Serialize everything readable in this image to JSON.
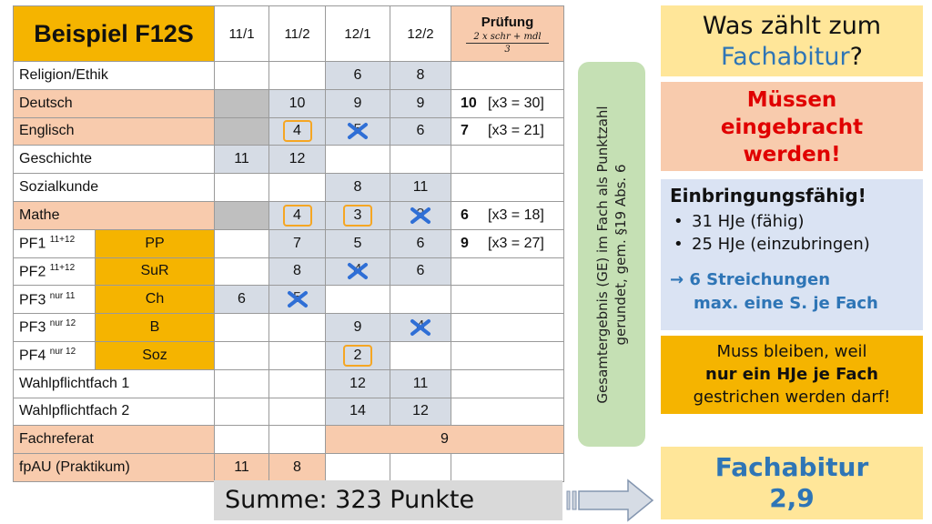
{
  "table": {
    "title": "Beispiel F12S",
    "semesters": [
      "11/1",
      "11/2",
      "12/1",
      "12/2"
    ],
    "exam_header": "Prüfung",
    "exam_formula_num": "2 x schr + mdl",
    "exam_formula_den": "3",
    "rows": [
      {
        "subject": "Religion/Ethik",
        "g1": "",
        "g2": "",
        "g3": "6",
        "g4": "8",
        "exam": "",
        "exam_calc": ""
      },
      {
        "subject": "Deutsch",
        "g1": "",
        "g2": "10",
        "g3": "9",
        "g4": "9",
        "exam": "10",
        "exam_calc": "[x3 = 30]"
      },
      {
        "subject": "Englisch",
        "g1": "",
        "g2": "4",
        "g3": "5",
        "g4": "6",
        "exam": "7",
        "exam_calc": "[x3 = 21]"
      },
      {
        "subject": "Geschichte",
        "g1": "11",
        "g2": "12",
        "g3": "",
        "g4": "",
        "exam": "",
        "exam_calc": ""
      },
      {
        "subject": "Sozialkunde",
        "g1": "",
        "g2": "",
        "g3": "8",
        "g4": "11",
        "exam": "",
        "exam_calc": ""
      },
      {
        "subject": "Mathe",
        "g1": "",
        "g2": "4",
        "g3": "3",
        "g4": "3",
        "exam": "6",
        "exam_calc": "[x3 = 18]"
      },
      {
        "subject": "PF1",
        "sup": "11+12",
        "course": "PP",
        "g2": "7",
        "g3": "5",
        "g4": "6",
        "exam": "9",
        "exam_calc": "[x3 = 27]"
      },
      {
        "subject": "PF2",
        "sup": "11+12",
        "course": "SuR",
        "g2": "8",
        "g3": "4",
        "g4": "6",
        "exam": "",
        "exam_calc": ""
      },
      {
        "subject": "PF3",
        "sup": "nur 11",
        "course": "Ch",
        "g1": "6",
        "g2": "5",
        "g3": "",
        "g4": "",
        "exam": "",
        "exam_calc": ""
      },
      {
        "subject": "PF3",
        "sup": "nur 12",
        "course": "B",
        "g1": "",
        "g2": "",
        "g3": "9",
        "g4": "4",
        "exam": "",
        "exam_calc": ""
      },
      {
        "subject": "PF4",
        "sup": "nur 12",
        "course": "Soz",
        "g1": "",
        "g2": "",
        "g3": "2",
        "g4": "",
        "exam": "",
        "exam_calc": ""
      },
      {
        "subject": "Wahlpflichtfach 1",
        "g1": "",
        "g2": "",
        "g3": "12",
        "g4": "11",
        "exam": "",
        "exam_calc": ""
      },
      {
        "subject": "Wahlpflichtfach 2",
        "g1": "",
        "g2": "",
        "g3": "14",
        "g4": "12",
        "exam": "",
        "exam_calc": ""
      },
      {
        "subject": "Fachreferat",
        "value": "9"
      },
      {
        "subject": "fpAU (Praktikum)",
        "g1": "11",
        "g2": "8"
      }
    ]
  },
  "summary": {
    "text": "Summe: 323 Punkte"
  },
  "vertical_note": {
    "line1": "Gesamtergebnis (GE) im Fach als Punktzahl",
    "line2": "gerundet, gem. §19 Abs. 6"
  },
  "question": {
    "part1": "Was zählt zum",
    "accent": "Fachabitur",
    "part2": "?"
  },
  "must": {
    "l1": "Müssen",
    "l2": "eingebracht",
    "l3": "werden!"
  },
  "einbringung": {
    "title": "Einbringungsfähig!",
    "items": [
      "31 HJe (fähig)",
      "25 HJe (einzubringen)"
    ],
    "strike_l1": "6 Streichungen",
    "strike_l2": "max. eine S. je Fach"
  },
  "stay": {
    "l1": "Muss bleiben, weil",
    "l2": "nur ein HJe je Fach",
    "l3": "gestrichen werden darf!"
  },
  "result": {
    "l1": "Fachabitur",
    "l2": "2,9"
  },
  "colors": {
    "gold": "#f5b400",
    "peach": "#f8cbad",
    "blue_gray": "#d6dce5",
    "green": "#c5e0b4",
    "light_yellow": "#ffe699",
    "light_blue": "#dae3f3",
    "accent_blue": "#2e75b6",
    "red": "#e00000",
    "strike_blue": "#2f6fd6"
  }
}
